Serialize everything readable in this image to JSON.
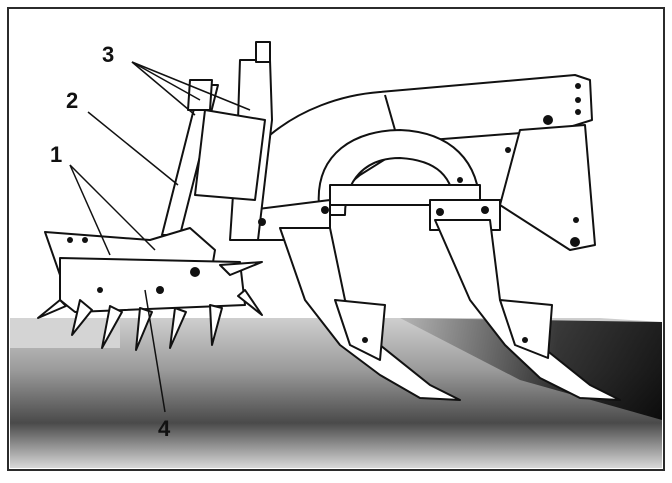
{
  "callouts": {
    "c1": "1",
    "c2": "2",
    "c3": "3",
    "c4": "4"
  },
  "colors": {
    "frame": "#2b2b2b",
    "ground_light": "#c9c9c9",
    "ground_dark": "#1a1a1a",
    "machine_fill": "#ffffff",
    "machine_stroke": "#111111"
  },
  "icons": [
    "subsoiler-machine-illustration",
    "leader-line"
  ]
}
